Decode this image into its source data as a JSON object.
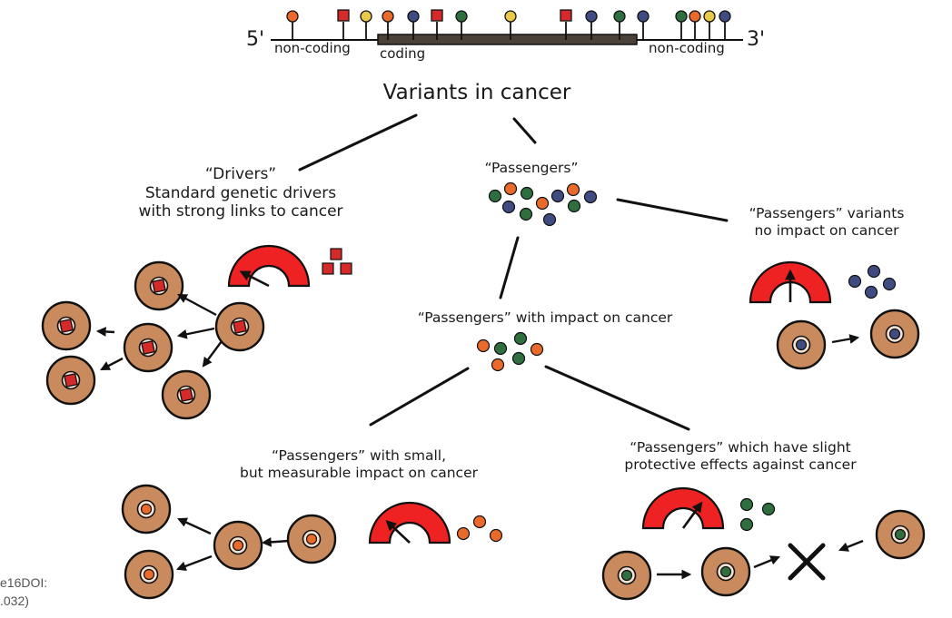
{
  "gene": {
    "five_prime": "5'",
    "three_prime": "3'",
    "left_region": "non-coding",
    "middle_region": "coding",
    "right_region": "non-coding"
  },
  "title": "Variants in cancer",
  "drivers": {
    "line1": "“Drivers”",
    "line2": "Standard genetic drivers",
    "line3": "with strong links to cancer"
  },
  "passengers": {
    "label": "“Passengers”"
  },
  "no_impact": {
    "line1": "“Passengers” variants",
    "line2": "no impact on cancer"
  },
  "with_impact": {
    "label": "“Passengers” with impact on cancer"
  },
  "small_impact": {
    "line1": "“Passengers” with small,",
    "line2": "but measurable impact on cancer"
  },
  "protective": {
    "line1": "“Passengers” which have slight",
    "line2": "protective effects against cancer"
  },
  "caption": {
    "line1": "e16DOI:",
    "line2": ".032)"
  },
  "colors": {
    "cell": "#c98a5e",
    "driver": "#d42a2a",
    "green": "#2f6e3e",
    "orange": "#ea6a2c",
    "blue": "#3f4c82",
    "yellow": "#e9c94a",
    "gauge": "#ee2222",
    "gene_bar": "#4a4138"
  }
}
